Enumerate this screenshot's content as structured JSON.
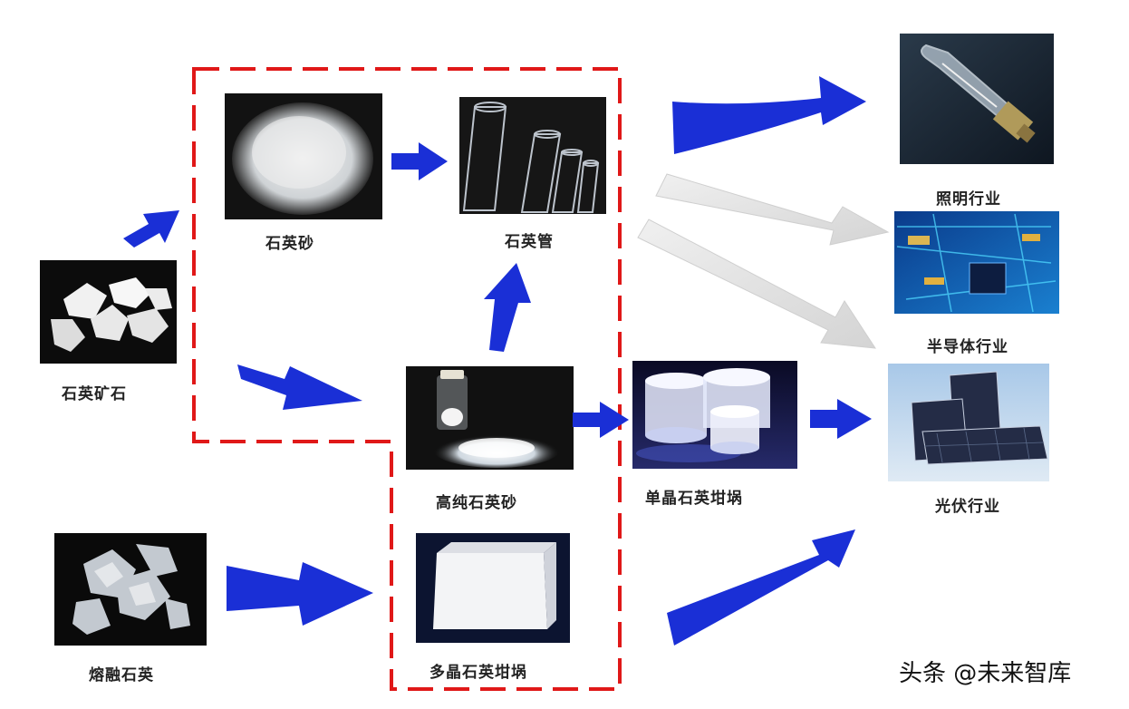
{
  "labels": {
    "quartz_ore": "石英矿石",
    "quartz_sand": "石英砂",
    "quartz_tube": "石英管",
    "high_purity_sand": "高纯石英砂",
    "mono_crucible": "单晶石英坩埚",
    "poly_crucible": "多晶石英坩埚",
    "fused_quartz": "熔融石英",
    "lighting": "照明行业",
    "semiconductor": "半导体行业",
    "photovoltaic": "光伏行业"
  },
  "watermark": "头条 @未来智库",
  "colors": {
    "flow_arrow": "#1a2fd6",
    "faded_arrow": "#e2e2e2",
    "boundary_dash": "#e01818",
    "photo_background": "#101010"
  },
  "icons": {
    "quartz_ore": "quartz-ore-photo",
    "quartz_sand": "quartz-sand-photo",
    "quartz_tube": "quartz-tube-photo",
    "high_purity_sand": "high-purity-sand-photo",
    "mono_crucible": "mono-crucible-photo",
    "poly_crucible": "poly-crucible-photo",
    "fused_quartz": "fused-quartz-photo",
    "lighting": "lamp-photo",
    "semiconductor": "circuit-board-photo",
    "photovoltaic": "solar-panel-photo"
  }
}
